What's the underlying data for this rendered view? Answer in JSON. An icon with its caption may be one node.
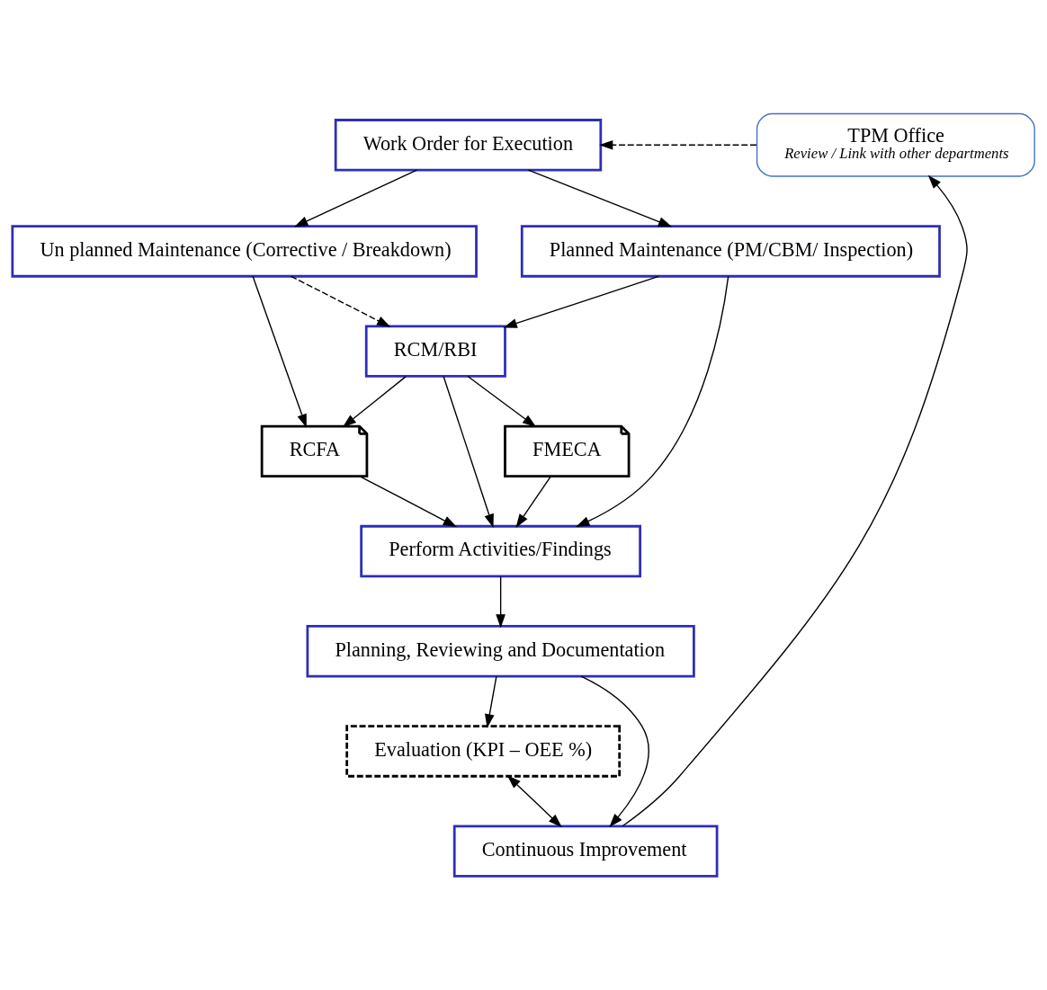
{
  "diagram": {
    "nodes": [
      {
        "text": [
          "Work Order for Execution"
        ]
      },
      {
        "text": [
          "TPM Office",
          "Review / Link with other departments"
        ]
      },
      {
        "text": [
          "Planned Maintenance (PM/CBM/ Inspection)"
        ]
      },
      {
        "text": [
          "Un planned Maintenance (Corrective / Breakdown)"
        ]
      },
      {
        "text": [
          "RCM/RBI"
        ]
      },
      {
        "text": [
          "Continuous Improvement"
        ]
      },
      {
        "text": [
          "FMECA"
        ]
      },
      {
        "text": [
          "RCFA"
        ]
      },
      {
        "text": [
          "Perform Activities/Findings"
        ]
      },
      {
        "text": [
          "Planning, Reviewing and Documentation"
        ]
      },
      {
        "text": [
          "Evaluation (KPI – OEE %)"
        ]
      }
    ],
    "edges": [
      {
        "from": 0,
        "to": 2,
        "arrow": "to"
      },
      {
        "from": 0,
        "to": 3,
        "arrow": "to"
      },
      {
        "from": 1,
        "to": 0,
        "arrow": "to",
        "style": "dashed"
      },
      {
        "from": 2,
        "to": 4,
        "arrow": "to"
      },
      {
        "from": 2,
        "to": 8,
        "arrow": "to"
      },
      {
        "from": 3,
        "to": 4,
        "arrow": "to",
        "style": "dashed"
      },
      {
        "from": 3,
        "to": 7,
        "arrow": "to"
      },
      {
        "from": 4,
        "to": 6,
        "arrow": "to"
      },
      {
        "from": 4,
        "to": 8,
        "arrow": "to"
      },
      {
        "from": 4,
        "to": 7,
        "arrow": "to"
      },
      {
        "from": 6,
        "to": 8,
        "arrow": "to"
      },
      {
        "from": 7,
        "to": 8,
        "arrow": "to"
      },
      {
        "from": 8,
        "to": 9,
        "arrow": "to"
      },
      {
        "from": 9,
        "to": 10,
        "arrow": "to"
      },
      {
        "from": 9,
        "to": 5,
        "arrow": "to"
      },
      {
        "from": 10,
        "to": 5,
        "arrow": "both"
      },
      {
        "from": 5,
        "to": 1,
        "arrow": "to"
      }
    ]
  }
}
